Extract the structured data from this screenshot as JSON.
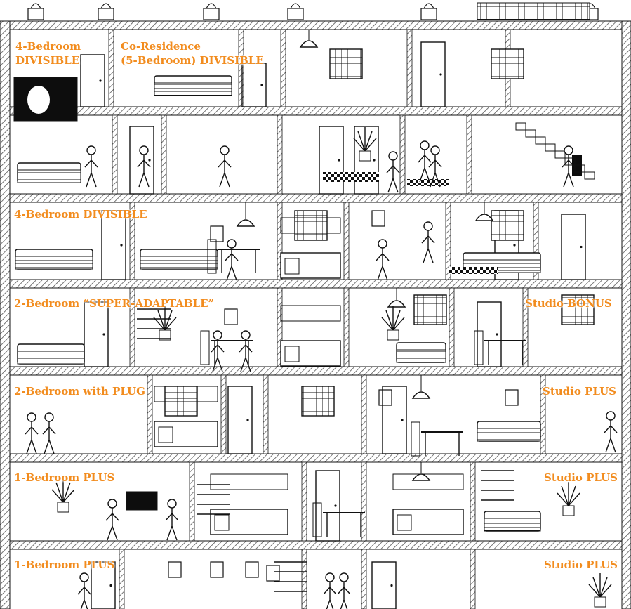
{
  "colors": {
    "label": "#f28c1e",
    "ink": "#111111",
    "paper": "#ffffff",
    "hatch": "#555555",
    "tv": "#0d0d0d"
  },
  "units": [
    {
      "id": "u1",
      "lines": [
        "4-Bedroom",
        "DIVISIBLE"
      ]
    },
    {
      "id": "u2",
      "lines": [
        "Co-Residence",
        "(5-Bedroom) DIVISIBLE"
      ]
    },
    {
      "id": "u3",
      "lines": [
        "4-Bedroom DIVISIBLE"
      ]
    },
    {
      "id": "u4",
      "lines": [
        "2-Bedroom “SUPER-ADAPTABLE”"
      ]
    },
    {
      "id": "u5",
      "lines": [
        "Studio BONUS"
      ]
    },
    {
      "id": "u6",
      "lines": [
        "2-Bedroom with PLUG"
      ]
    },
    {
      "id": "u7",
      "lines": [
        "Studio PLUS"
      ]
    },
    {
      "id": "u8",
      "lines": [
        "1-Bedroom PLUS"
      ]
    },
    {
      "id": "u9",
      "lines": [
        "Studio PLUS"
      ]
    },
    {
      "id": "u10",
      "lines": [
        "1-Bedroom PLUS"
      ]
    },
    {
      "id": "u11",
      "lines": [
        "Studio PLUS"
      ]
    }
  ]
}
